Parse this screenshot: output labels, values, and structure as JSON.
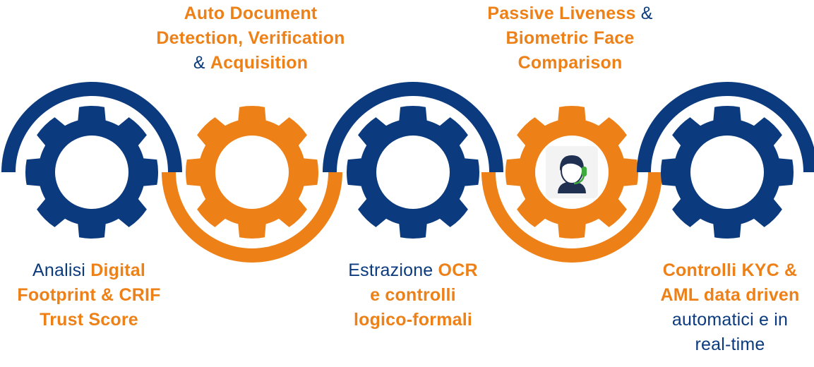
{
  "colors": {
    "blue": "#0b3b7e",
    "orange": "#ed8118",
    "face_bg": "#f3f3f3"
  },
  "steps": [
    {
      "id": "digital-footprint",
      "gear_color": "blue",
      "arc_color": "blue",
      "arc_side": "top",
      "icon": "",
      "caption_lines": [
        [
          {
            "text": "Analisi ",
            "style": "b"
          },
          {
            "text": "Digital",
            "style": "o"
          }
        ],
        [
          {
            "text": "Footprint & CRIF",
            "style": "o"
          }
        ],
        [
          {
            "text": "Trust Score",
            "style": "o"
          }
        ]
      ]
    },
    {
      "id": "document",
      "gear_color": "orange",
      "arc_color": "orange",
      "arc_side": "bottom",
      "icon": "",
      "caption_lines": [
        [
          {
            "text": "Auto Document",
            "style": "o"
          }
        ],
        [
          {
            "text": "Detection, Verification",
            "style": "o"
          }
        ],
        [
          {
            "text": "& ",
            "style": "b"
          },
          {
            "text": "Acquisition",
            "style": "o"
          }
        ]
      ]
    },
    {
      "id": "ocr",
      "gear_color": "blue",
      "arc_color": "blue",
      "arc_side": "top",
      "icon": "",
      "caption_lines": [
        [
          {
            "text": "Estrazione ",
            "style": "b"
          },
          {
            "text": "OCR",
            "style": "o"
          }
        ],
        [
          {
            "text": "e controlli",
            "style": "o"
          }
        ],
        [
          {
            "text": "logico-formali",
            "style": "o"
          }
        ]
      ]
    },
    {
      "id": "liveness",
      "gear_color": "orange",
      "arc_color": "orange",
      "arc_side": "bottom",
      "icon": "headset-operator-icon",
      "caption_lines": [
        [
          {
            "text": "Passive Liveness",
            "style": "o"
          },
          {
            "text": " &",
            "style": "b"
          }
        ],
        [
          {
            "text": "Biometric Face",
            "style": "o"
          }
        ],
        [
          {
            "text": "Comparison",
            "style": "o"
          }
        ]
      ]
    },
    {
      "id": "kyc-aml",
      "gear_color": "blue",
      "arc_color": "blue",
      "arc_side": "top",
      "icon": "",
      "caption_lines": [
        [
          {
            "text": "Controlli KYC &",
            "style": "o"
          }
        ],
        [
          {
            "text": "AML data driven",
            "style": "o"
          }
        ],
        [
          {
            "text": "automatici e in",
            "style": "b"
          }
        ],
        [
          {
            "text": "real-time",
            "style": "b"
          }
        ]
      ]
    }
  ]
}
